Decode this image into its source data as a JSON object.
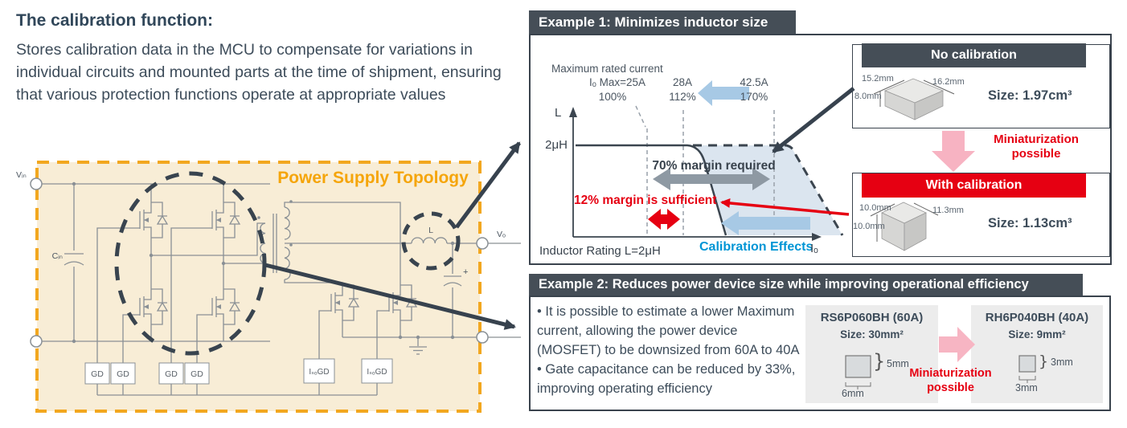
{
  "intro": {
    "title": "The calibration function:",
    "body": "Stores calibration data in the MCU to compensate for variations in individual circuits and mounted parts at the time of shipment, ensuring that various protection functions operate at appropriate values"
  },
  "circuit": {
    "title": "Power Supply Topology",
    "vin": "Vᵢₙ",
    "cin": "Cᵢₙ",
    "vo": "Vₒ",
    "l": "L",
    "gd": "GD",
    "iso_gd": "IₛₒGD",
    "plus": "+"
  },
  "example1": {
    "header": "Example 1: Minimizes inductor size",
    "graph": {
      "max_rated": "Maximum rated current",
      "io_max": "Iₒ Max=25A",
      "pct100": "100%",
      "cal_a": "28A",
      "cal_pct": "112%",
      "nocal_a": "42.5A",
      "nocal_pct": "170%",
      "y_label": "L",
      "y_value": "2μH",
      "x_label": "Iₒ",
      "margin70": "70% margin required",
      "margin12": "12% margin is sufficient",
      "calib_effects": "Calibration Effects",
      "caption": "Inductor Rating L=2μH"
    },
    "no_cal": {
      "header": "No calibration",
      "dim_top_left": "15.2mm",
      "dim_top_right": "16.2mm",
      "dim_side": "8.0mm",
      "size": "Size: 1.97cm³"
    },
    "mini": {
      "line1": "Miniaturization",
      "line2": "possible"
    },
    "with_cal": {
      "header": "With calibration",
      "dim_top_left": "10.0mm",
      "dim_top_right": "11.3mm",
      "dim_side": "10.0mm",
      "size": "Size: 1.13cm³"
    }
  },
  "example2": {
    "header": "Example 2: Reduces power device size while improving operational efficiency",
    "bullet1": "• It is possible to estimate a lower Maximum current, allowing the power device (MOSFET) to be downsized from 60A to 40A",
    "bullet2": "• Gate capacitance can be reduced by 33%, improving operating efficiency",
    "before": {
      "name": "RS6P060BH (60A)",
      "size": "Size: 30mm²",
      "dim_h": "5mm",
      "dim_w": "6mm",
      "brace": "}"
    },
    "after": {
      "name": "RH6P040BH (40A)",
      "size": "Size: 9mm²",
      "dim_h": "3mm",
      "dim_w": "3mm",
      "brace": "}"
    },
    "mini": {
      "line1": "Miniaturization",
      "line2": "possible"
    }
  }
}
